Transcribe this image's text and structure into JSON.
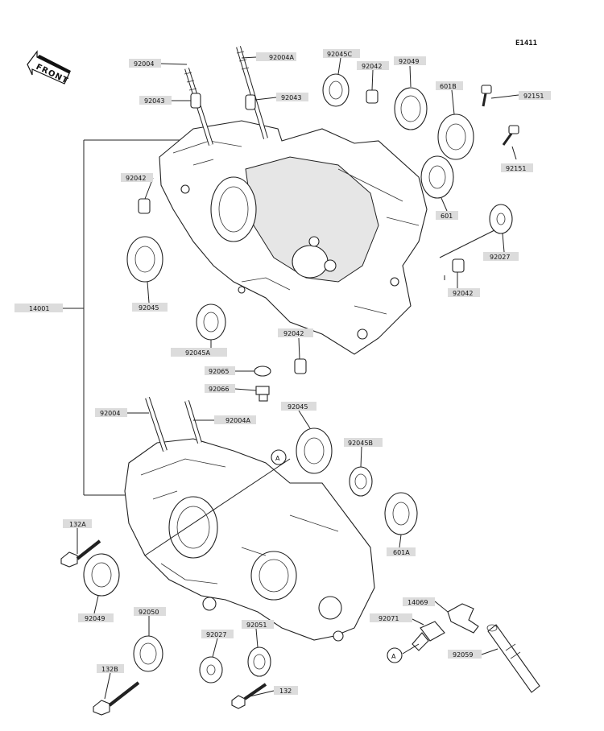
{
  "diagram_code": "E1411",
  "front_marker": "FRONT",
  "ref_marker": "A",
  "labels": {
    "p92004_top": "92004",
    "p92004A_top": "92004A",
    "p92045C": "92045C",
    "p92042_top": "92042",
    "p92049_top": "92049",
    "p601B": "601B",
    "p92151_a": "92151",
    "p92043_left": "92043",
    "p92043_right": "92043",
    "p92151_b": "92151",
    "p92042_left": "92042",
    "p601": "601",
    "p92027_right": "92027",
    "p92042_right": "92042",
    "p14001": "14001",
    "p92045_left": "92045",
    "p92045A": "92045A",
    "p92042_mid": "92042",
    "p92065": "92065",
    "p92066": "92066",
    "p92004_bot": "92004",
    "p92004A_bot": "92004A",
    "p92045_bot": "92045",
    "p92045B": "92045B",
    "p132A": "132A",
    "p601A": "601A",
    "p92049_bot": "92049",
    "p92050": "92050",
    "p14069": "14069",
    "p92071": "92071",
    "p92027_bot": "92027",
    "p92051": "92051",
    "p132B": "132B",
    "p92059": "92059",
    "p132": "132"
  }
}
